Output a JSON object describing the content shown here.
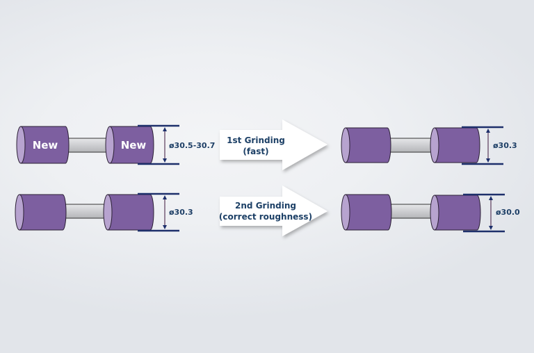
{
  "colors": {
    "wheel_body": "#7d5fa0",
    "wheel_face": "#b7a3cf",
    "wheel_outline": "#2b2035",
    "shaft": "#cfd0d2",
    "dimension": "#1d2f6b",
    "text_dark": "#1e3f66",
    "arrow_fill": "#ffffff"
  },
  "rows": [
    {
      "before": {
        "left_label": "New",
        "right_label": "New",
        "diameter": "ø30.5-30.7"
      },
      "step": {
        "line1": "1st Grinding",
        "line2": "(fast)"
      },
      "after": {
        "diameter": "ø30.3"
      }
    },
    {
      "before": {
        "left_label": "",
        "right_label": "",
        "diameter": "ø30.3"
      },
      "step": {
        "line1": "2nd Grinding",
        "line2": "(correct roughness)"
      },
      "after": {
        "diameter": "ø30.0"
      }
    }
  ]
}
